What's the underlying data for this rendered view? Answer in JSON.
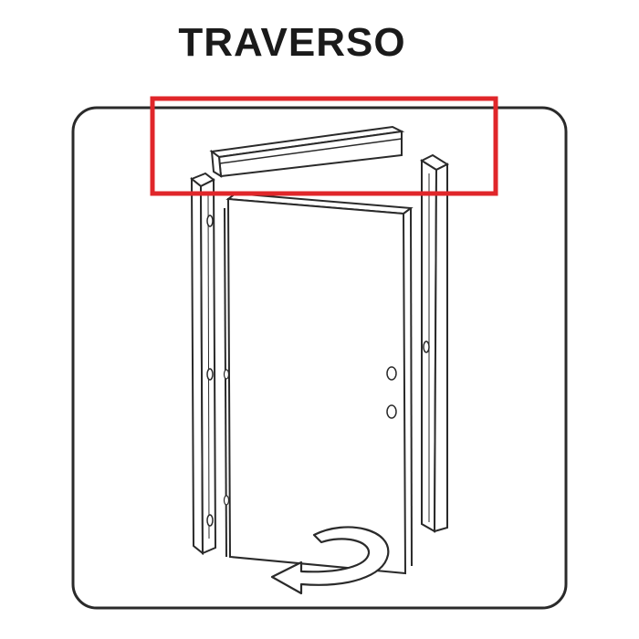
{
  "diagram": {
    "title": "TRAVERSO",
    "colors": {
      "outline": "#2a2a2a",
      "highlight": "#e0262a",
      "fill": "#ffffff"
    },
    "parts": [
      {
        "name": "traverso-top-bar",
        "highlighted": true
      },
      {
        "name": "left-jamb"
      },
      {
        "name": "door-leaf"
      },
      {
        "name": "right-jamb"
      },
      {
        "name": "opening-arrow-icon"
      }
    ]
  }
}
